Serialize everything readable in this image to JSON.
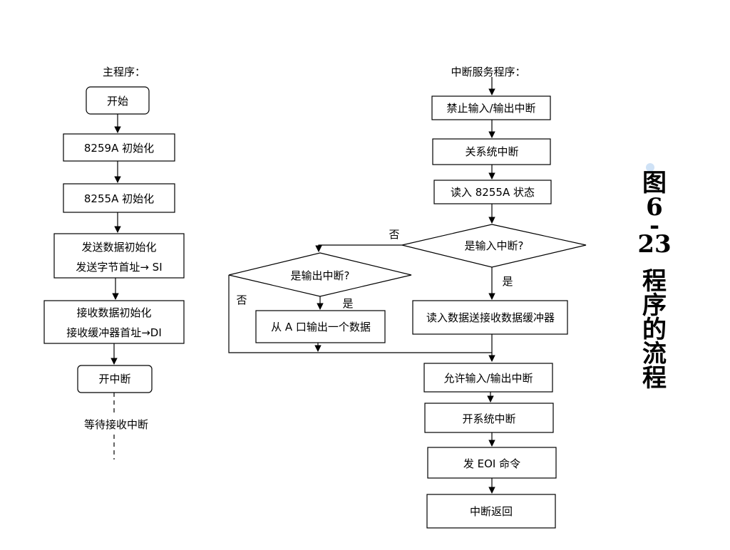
{
  "main_program": {
    "title": "主程序：",
    "start": "开始",
    "init_8259": "8259A 初始化",
    "init_8255": "8255A 初始化",
    "send_init_1": "发送数据初始化",
    "send_init_2": "发送字节首址→ SI",
    "recv_init_1": "接收数据初始化",
    "recv_init_2": "接收缓冲器首址→DI",
    "enable_int": "开中断",
    "wait": "等待接收中断"
  },
  "isr": {
    "title": "中断服务程序：",
    "disable_io": "禁止输入/输出中断",
    "disable_sys": "关系统中断",
    "read_status": "读入 8255A 状态",
    "is_input": "是输入中断?",
    "no_label_1": "否",
    "yes_label_1": "是",
    "is_output": "是输出中断?",
    "no_label_2": "否",
    "yes_label_2": "是",
    "output_a": "从 A 口输出一个数据",
    "read_data": "读入数据送接收数据缓冲器",
    "allow_io": "允许输入/输出中断",
    "enable_sys": "开系统中断",
    "send_eoi": "发 EOI 命令",
    "return": "中断返回"
  },
  "caption": {
    "chars": [
      "图",
      "6",
      "-",
      "23",
      "程",
      "序",
      "的",
      "流",
      "程"
    ]
  }
}
